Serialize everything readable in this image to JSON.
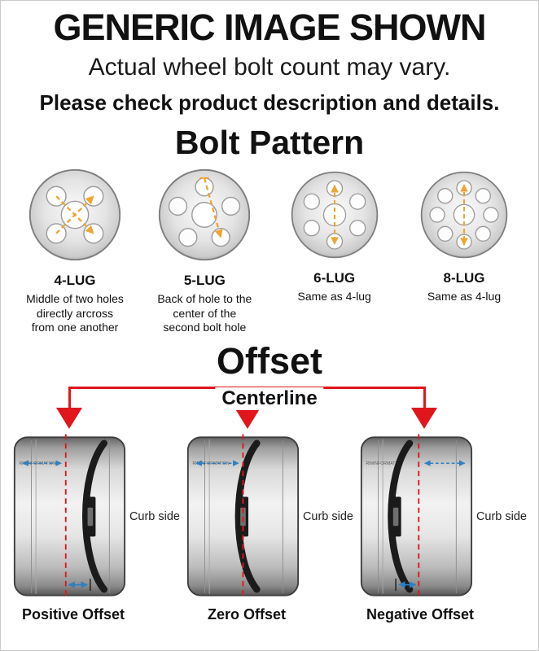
{
  "header": {
    "title": "GENERIC IMAGE SHOWN",
    "subtitle": "Actual wheel bolt count may vary.",
    "note": "Please check product description and details."
  },
  "bolt_pattern": {
    "heading": "Bolt Pattern",
    "items": [
      {
        "label": "4-LUG",
        "lugs": "4",
        "description": "Middle of two holes directly arcross from one another"
      },
      {
        "label": "5-LUG",
        "lugs": "5",
        "description": "Back of hole to the center of the second bolt hole"
      },
      {
        "label": "6-LUG",
        "lugs": "6",
        "description": "Same as 4-lug"
      },
      {
        "label": "8-LUG",
        "lugs": "8",
        "description": "Same as 4-lug"
      }
    ]
  },
  "offset": {
    "heading": "Offset",
    "centerline_label": "Centerline",
    "curb_side_label": "Curb side",
    "barrel_text": "RIMINFORMATION",
    "items": [
      {
        "label": "Positive Offset",
        "type": "positive"
      },
      {
        "label": "Zero Offset",
        "type": "zero"
      },
      {
        "label": "Negative Offset",
        "type": "negative"
      }
    ]
  },
  "colors": {
    "centerline_red": "#e0161c",
    "measure_orange": "#f0a431",
    "arrow_blue": "#2f7fc1",
    "disc_dark": "#1b1b1b"
  }
}
